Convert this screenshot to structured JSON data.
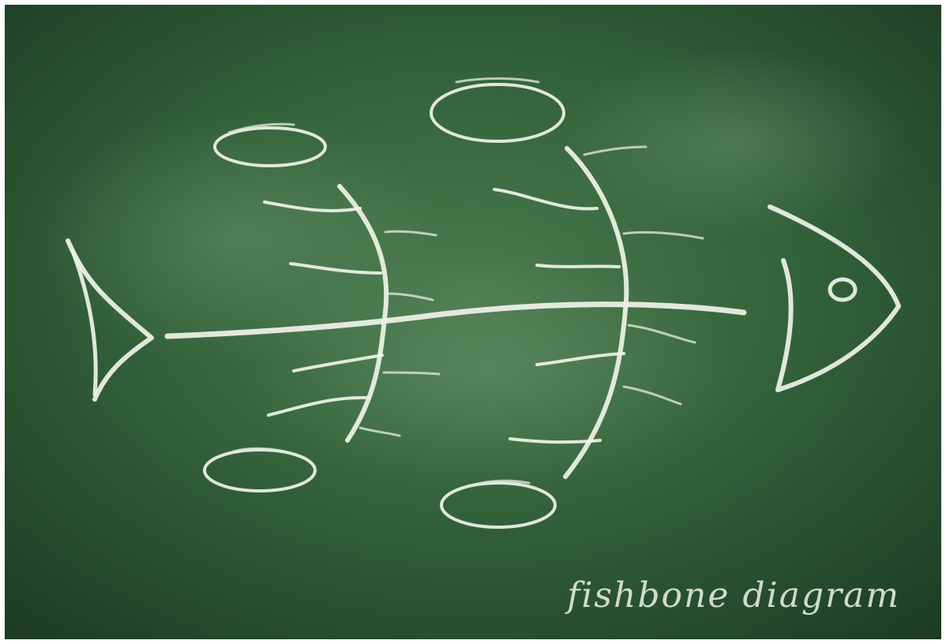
{
  "diagram": {
    "caption": "fishbone diagram",
    "colors": {
      "board": "#2f5a35",
      "board_dark": "#1c3a22",
      "board_light": "#4a7a4d",
      "chalk": "#eef2e6"
    },
    "category_boxes": 4,
    "main_ribs": 2
  }
}
